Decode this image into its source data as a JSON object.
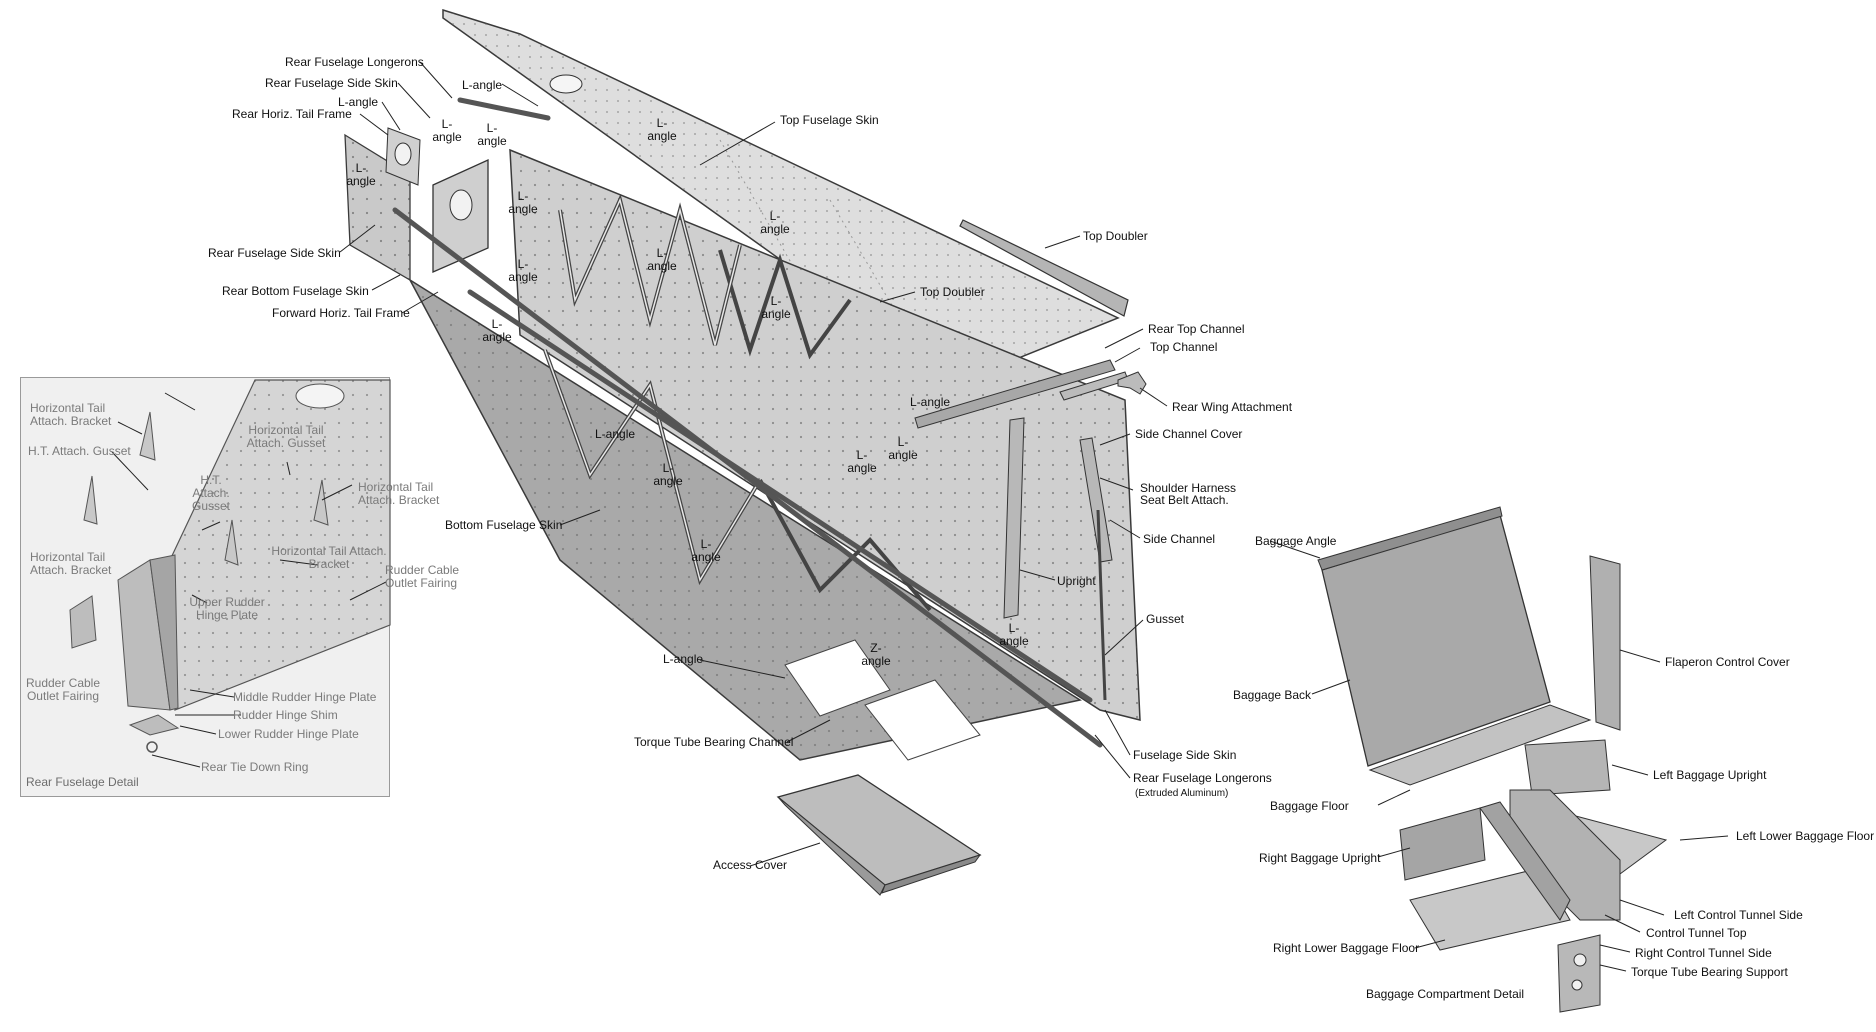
{
  "main_labels": {
    "rear_fuselage_longerons_top": "Rear Fuselage Longerons",
    "rear_fuselage_side_skin_top": "Rear Fuselage Side Skin",
    "l_angle_1": "L-angle",
    "l_angle_2": "L-angle",
    "rear_horiz_tail_frame": "Rear Horiz. Tail Frame",
    "l_angle_stack_1": "L-\nangle",
    "l_angle_stack_2": "L-\nangle",
    "l_angle_stack_3": "L-\nangle",
    "top_fuselage_skin": "Top Fuselage Skin",
    "l_angle_stack_4": "L-\nangle",
    "l_angle_stack_5": "L-\nangle",
    "l_angle_stack_6": "L-\nangle",
    "rear_fuselage_side_skin": "Rear Fuselage Side Skin",
    "rear_bottom_fuselage_skin": "Rear Bottom Fuselage Skin",
    "forward_horiz_tail_frame": "Forward Horiz. Tail Frame",
    "top_doubler_1": "Top Doubler",
    "top_doubler_2": "Top Doubler",
    "l_angle_stack_7": "L-\nangle",
    "l_angle_stack_8": "L-\nangle",
    "rear_top_channel": "Rear Top Channel",
    "top_channel": "Top Channel",
    "rear_wing_attachment": "Rear Wing Attachment",
    "l_angle_3": "L-angle",
    "l_angle_4": "L-angle",
    "l_angle_stack_9": "L-\nangle",
    "l_angle_stack_10": "L-\nangle",
    "l_angle_stack_11": "L-\nangle",
    "side_channel_cover": "Side Channel Cover",
    "shoulder_harness": "Shoulder Harness\nSeat Belt Attach.",
    "side_channel": "Side Channel",
    "bottom_fuselage_skin": "Bottom Fuselage Skin",
    "l_angle_stack_12": "L-\nangle",
    "upright": "Upright",
    "gusset": "Gusset",
    "l_angle_stack_13": "L-\nangle",
    "z_angle": "Z-\nangle",
    "l_angle_5": "L-angle",
    "torque_tube_bearing_channel": "Torque Tube Bearing Channel",
    "fuselage_side_skin": "Fuselage Side Skin",
    "rear_fuselage_longerons": "Rear Fuselage Longerons",
    "extruded_aluminum": "(Extruded Aluminum)",
    "access_cover": "Access Cover"
  },
  "detail": {
    "title": "Rear Fuselage Detail",
    "horizontal_tail_attach_bracket_1": "Horizontal Tail\nAttach. Bracket",
    "ht_attach_gusset_1": "H.T. Attach. Gusset",
    "horizontal_tail_attach_gusset": "Horizontal Tail\nAttach. Gusset",
    "ht_attach_gusset_2": "H.T.\nAttach.\nGusset",
    "horizontal_tail_attach_bracket_2": "Horizontal Tail\nAttach. Bracket",
    "horizontal_tail_attach_bracket_3": "Horizontal Tail\nAttach. Bracket",
    "horizontal_tail_attach_bracket_4": "Horizontal Tail Attach.\nBracket",
    "upper_rudder_hinge_plate": "Upper Rudder\nHinge Plate",
    "rudder_cable_outlet_fairing_1": "Rudder Cable\nOutlet Fairing",
    "rudder_cable_outlet_fairing_2": "Rudder Cable\nOutlet Fairing",
    "middle_rudder_hinge_plate": "Middle Rudder Hinge Plate",
    "rudder_hinge_shim": "Rudder Hinge Shim",
    "lower_rudder_hinge_plate": "Lower Rudder Hinge Plate",
    "rear_tie_down_ring": "Rear Tie Down Ring"
  },
  "baggage": {
    "title": "Baggage Compartment Detail",
    "baggage_angle": "Baggage Angle",
    "flaperon_control_cover": "Flaperon Control Cover",
    "baggage_back": "Baggage Back",
    "left_baggage_upright": "Left Baggage Upright",
    "baggage_floor": "Baggage Floor",
    "left_lower_baggage_floor": "Left Lower Baggage Floor",
    "right_baggage_upright": "Right Baggage Upright",
    "left_control_tunnel_side": "Left Control Tunnel Side",
    "control_tunnel_top": "Control Tunnel Top",
    "right_lower_baggage_floor": "Right Lower Baggage Floor",
    "right_control_tunnel_side": "Right Control Tunnel Side",
    "torque_tube_bearing_support": "Torque Tube Bearing Support"
  },
  "colors": {
    "skin_light": "#dcdcdc",
    "skin_mid": "#c4c4c4",
    "skin_dark": "#9e9e9e",
    "outline": "#3a3a3a",
    "rivet": "#555555"
  }
}
